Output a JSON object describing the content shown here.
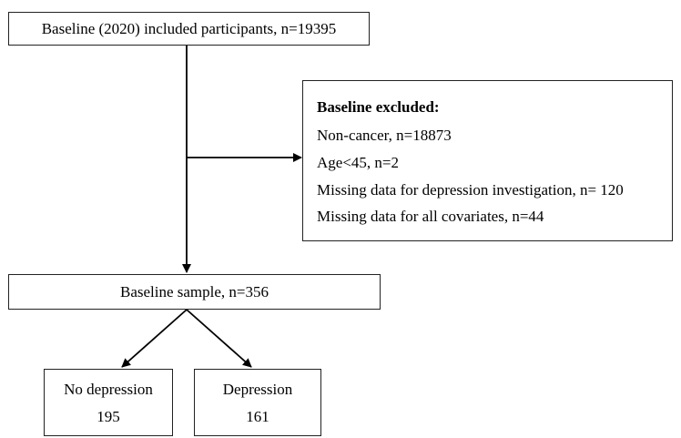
{
  "boxes": {
    "baseline_included": "Baseline (2020) included participants, n=19395",
    "excluded": {
      "title": "Baseline excluded:",
      "items": [
        "Non-cancer, n=18873",
        "Age<45, n=2",
        "Missing data for depression investigation, n= 120",
        "Missing data for all covariates, n=44"
      ]
    },
    "baseline_sample": "Baseline sample, n=356",
    "no_depression": {
      "label": "No depression",
      "count": "195"
    },
    "depression": {
      "label": "Depression",
      "count": "161"
    }
  },
  "colors": {
    "border": "#222222",
    "arrow": "#000000",
    "background": "#ffffff"
  }
}
